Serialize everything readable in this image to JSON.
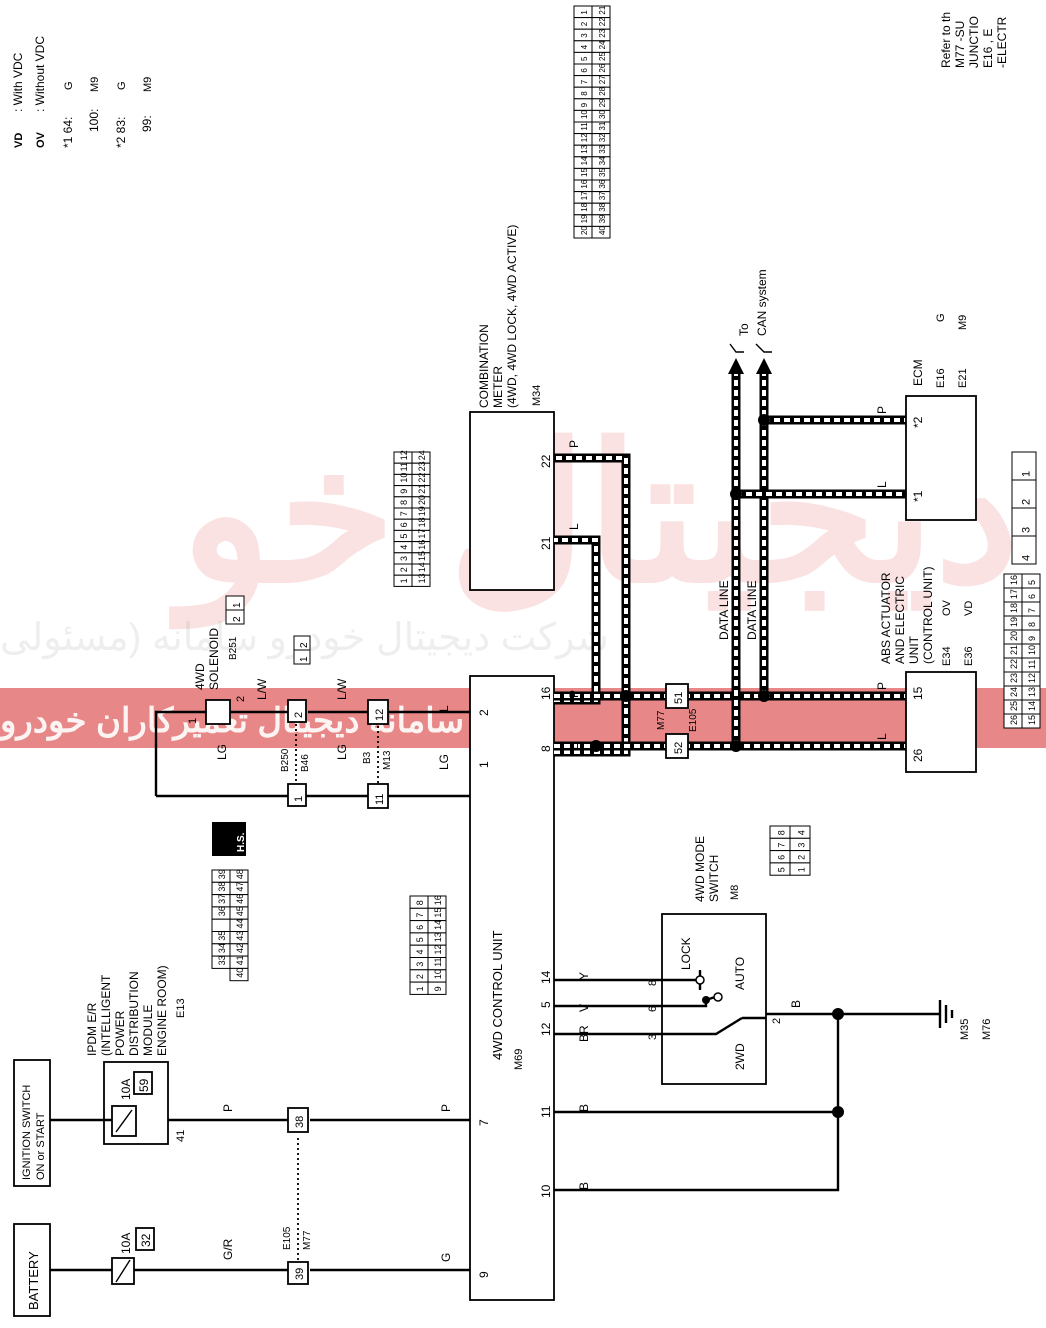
{
  "legend": {
    "vd": "VD",
    "vd_text": ": With VDC",
    "ov": "OV",
    "ov_text": ": Without VDC",
    "star1": "*1  64:",
    "star1_g": "G",
    "star1_b": "100:",
    "star1_m9": "M9",
    "star2": "*2  83:",
    "star2_g": "G",
    "star2_b": "99:",
    "star2_m9": "M9"
  },
  "refer": {
    "l1": "Refer to th",
    "l2": "M77 -SU",
    "l3": "JUNCTIO",
    "l4": "E16 , E",
    "l5": "-ELECTR"
  },
  "battery": "BATTERY",
  "ignition": {
    "l1": "IGNITION SWITCH",
    "l2": "ON or START"
  },
  "fuse_battery": {
    "amps": "10A",
    "num": "32"
  },
  "fuse_ipdm": {
    "amps": "10A",
    "num": "59"
  },
  "ipdm": {
    "l1": "IPDM E/R",
    "l2": "(INTELLIGENT",
    "l3": "POWER",
    "l4": "DISTRIBUTION",
    "l5": "MODULE",
    "l6": "ENGINE ROOM)",
    "conn": "E13",
    "pin": "41",
    "pins_top": [
      "39",
      "38",
      "37",
      "36",
      "",
      "35",
      "34",
      "33"
    ],
    "pins_bot": [
      "48",
      "47",
      "46",
      "45",
      "44",
      "43",
      "42",
      "41",
      "40"
    ],
    "hs": "H.S."
  },
  "wires": {
    "gr": "G/R",
    "g": "G",
    "p1": "P",
    "p2": "P",
    "b1": "B",
    "b2": "B",
    "b3": "B",
    "br": "BR",
    "v": "V",
    "y": "Y",
    "lg1": "LG",
    "lg2": "LG",
    "lw1": "L/W",
    "lw2": "L/W",
    "l_top": "L",
    "l_bot": "L",
    "p_bot": "P",
    "l8": "L",
    "p16": "P",
    "p_meter": "P",
    "l_meter": "L",
    "l_abs": "L",
    "p_abs": "P",
    "l_ecm": "L",
    "p_ecm": "P"
  },
  "joint_e105": {
    "pin39": "39",
    "pin38": "38",
    "c1": "E105",
    "c2": "M77"
  },
  "control_unit": {
    "name": "4WD CONTROL UNIT",
    "conn": "M69",
    "pins": [
      "9",
      "7",
      "11",
      "10",
      "12",
      "5",
      "14",
      "1",
      "2",
      "8",
      "16"
    ],
    "conn_top": [
      "8",
      "7",
      "6",
      "5",
      "4",
      "3",
      "2",
      "1"
    ],
    "conn_bot": [
      "16",
      "15",
      "14",
      "13",
      "12",
      "11",
      "10",
      "9"
    ]
  },
  "mode_switch": {
    "name1": "4WD MODE",
    "name2": "SWITCH",
    "conn": "M8",
    "lock": "LOCK",
    "auto": "AUTO",
    "twowd": "2WD",
    "pins": [
      "3",
      "6",
      "8",
      "2"
    ],
    "conn_top": [
      "8",
      "7",
      "6",
      "5"
    ],
    "conn_bot": [
      "4",
      "3",
      "2",
      "1"
    ]
  },
  "ground": {
    "c1": "M35",
    "c2": "M76"
  },
  "solenoid": {
    "l1": "4WD",
    "l2": "SOLENOID",
    "conn": "B251",
    "pin1": "1",
    "pin2": "2",
    "pins_small": [
      "1",
      "2"
    ]
  },
  "joints": {
    "j1a": "1",
    "j1b": "2",
    "j1c1": "B250",
    "j1c2": "B46",
    "j2a": "11",
    "j2b": "12",
    "j2c1": "B3",
    "j2c2": "M13",
    "small_pins": [
      "2",
      "1"
    ]
  },
  "meter": {
    "l1": "COMBINATION",
    "l2": "METER",
    "l3": "(4WD, 4WD LOCK, 4WD ACTIVE)",
    "conn": "M34",
    "pin22": "22",
    "pin21": "21",
    "conn_top": [
      "20",
      "19",
      "18",
      "17",
      "16",
      "15",
      "14",
      "13",
      "12",
      "11",
      "10",
      "9",
      "8",
      "7",
      "6",
      "5",
      "4",
      "3",
      "2",
      "1"
    ],
    "conn_bot": [
      "40",
      "39",
      "38",
      "37",
      "36",
      "35",
      "34",
      "33",
      "32",
      "31",
      "30",
      "29",
      "28",
      "27",
      "26",
      "25",
      "24",
      "23",
      "22",
      "21"
    ]
  },
  "meter_small_conn": {
    "top": [
      "1",
      "2",
      "3",
      "4",
      "5",
      "6",
      "7",
      "8",
      "9",
      "10",
      "11",
      "12"
    ],
    "bot": [
      "13",
      "14",
      "15",
      "16",
      "17",
      "18",
      "19",
      "20",
      "21",
      "22",
      "23",
      "24"
    ]
  },
  "data_line": {
    "l1": "DATA LINE",
    "l2": "DATA LINE",
    "to": "To",
    "can": "CAN system"
  },
  "joint_m77": {
    "p51": "51",
    "p52": "52",
    "c1": "M77",
    "c2": "E105"
  },
  "ecm": {
    "name": "ECM",
    "c1": "E16",
    "c2": "E21",
    "s1": "*1",
    "s2": "*2",
    "c3": "G",
    "c4": "M9"
  },
  "abs": {
    "l1": "ABS ACTUATOR",
    "l2": "AND ELECTRIC",
    "l3": "UNIT",
    "l4": "(CONTROL UNIT)",
    "e34": "E34",
    "ov": "OV",
    "e36": "E36",
    "vd": "VD",
    "pin15": "15",
    "pin26": "26",
    "conn_top": [
      "26",
      "25",
      "24",
      "23",
      "22",
      "21",
      "20",
      "19",
      "18",
      "17",
      "16"
    ],
    "conn_bot": [
      "15",
      "14",
      "13",
      "12",
      "11",
      "10",
      "9",
      "8",
      "7",
      "6",
      "5"
    ],
    "side": [
      "4",
      "3",
      "2",
      "1"
    ]
  },
  "watermark": {
    "big": "دیجیتال خو",
    "line1": "شرکت دیجیتال خودرو سامانه (مسئولی",
    "line2": "اولین سامانه دیجیتال تعمیرکاران خودرو"
  }
}
